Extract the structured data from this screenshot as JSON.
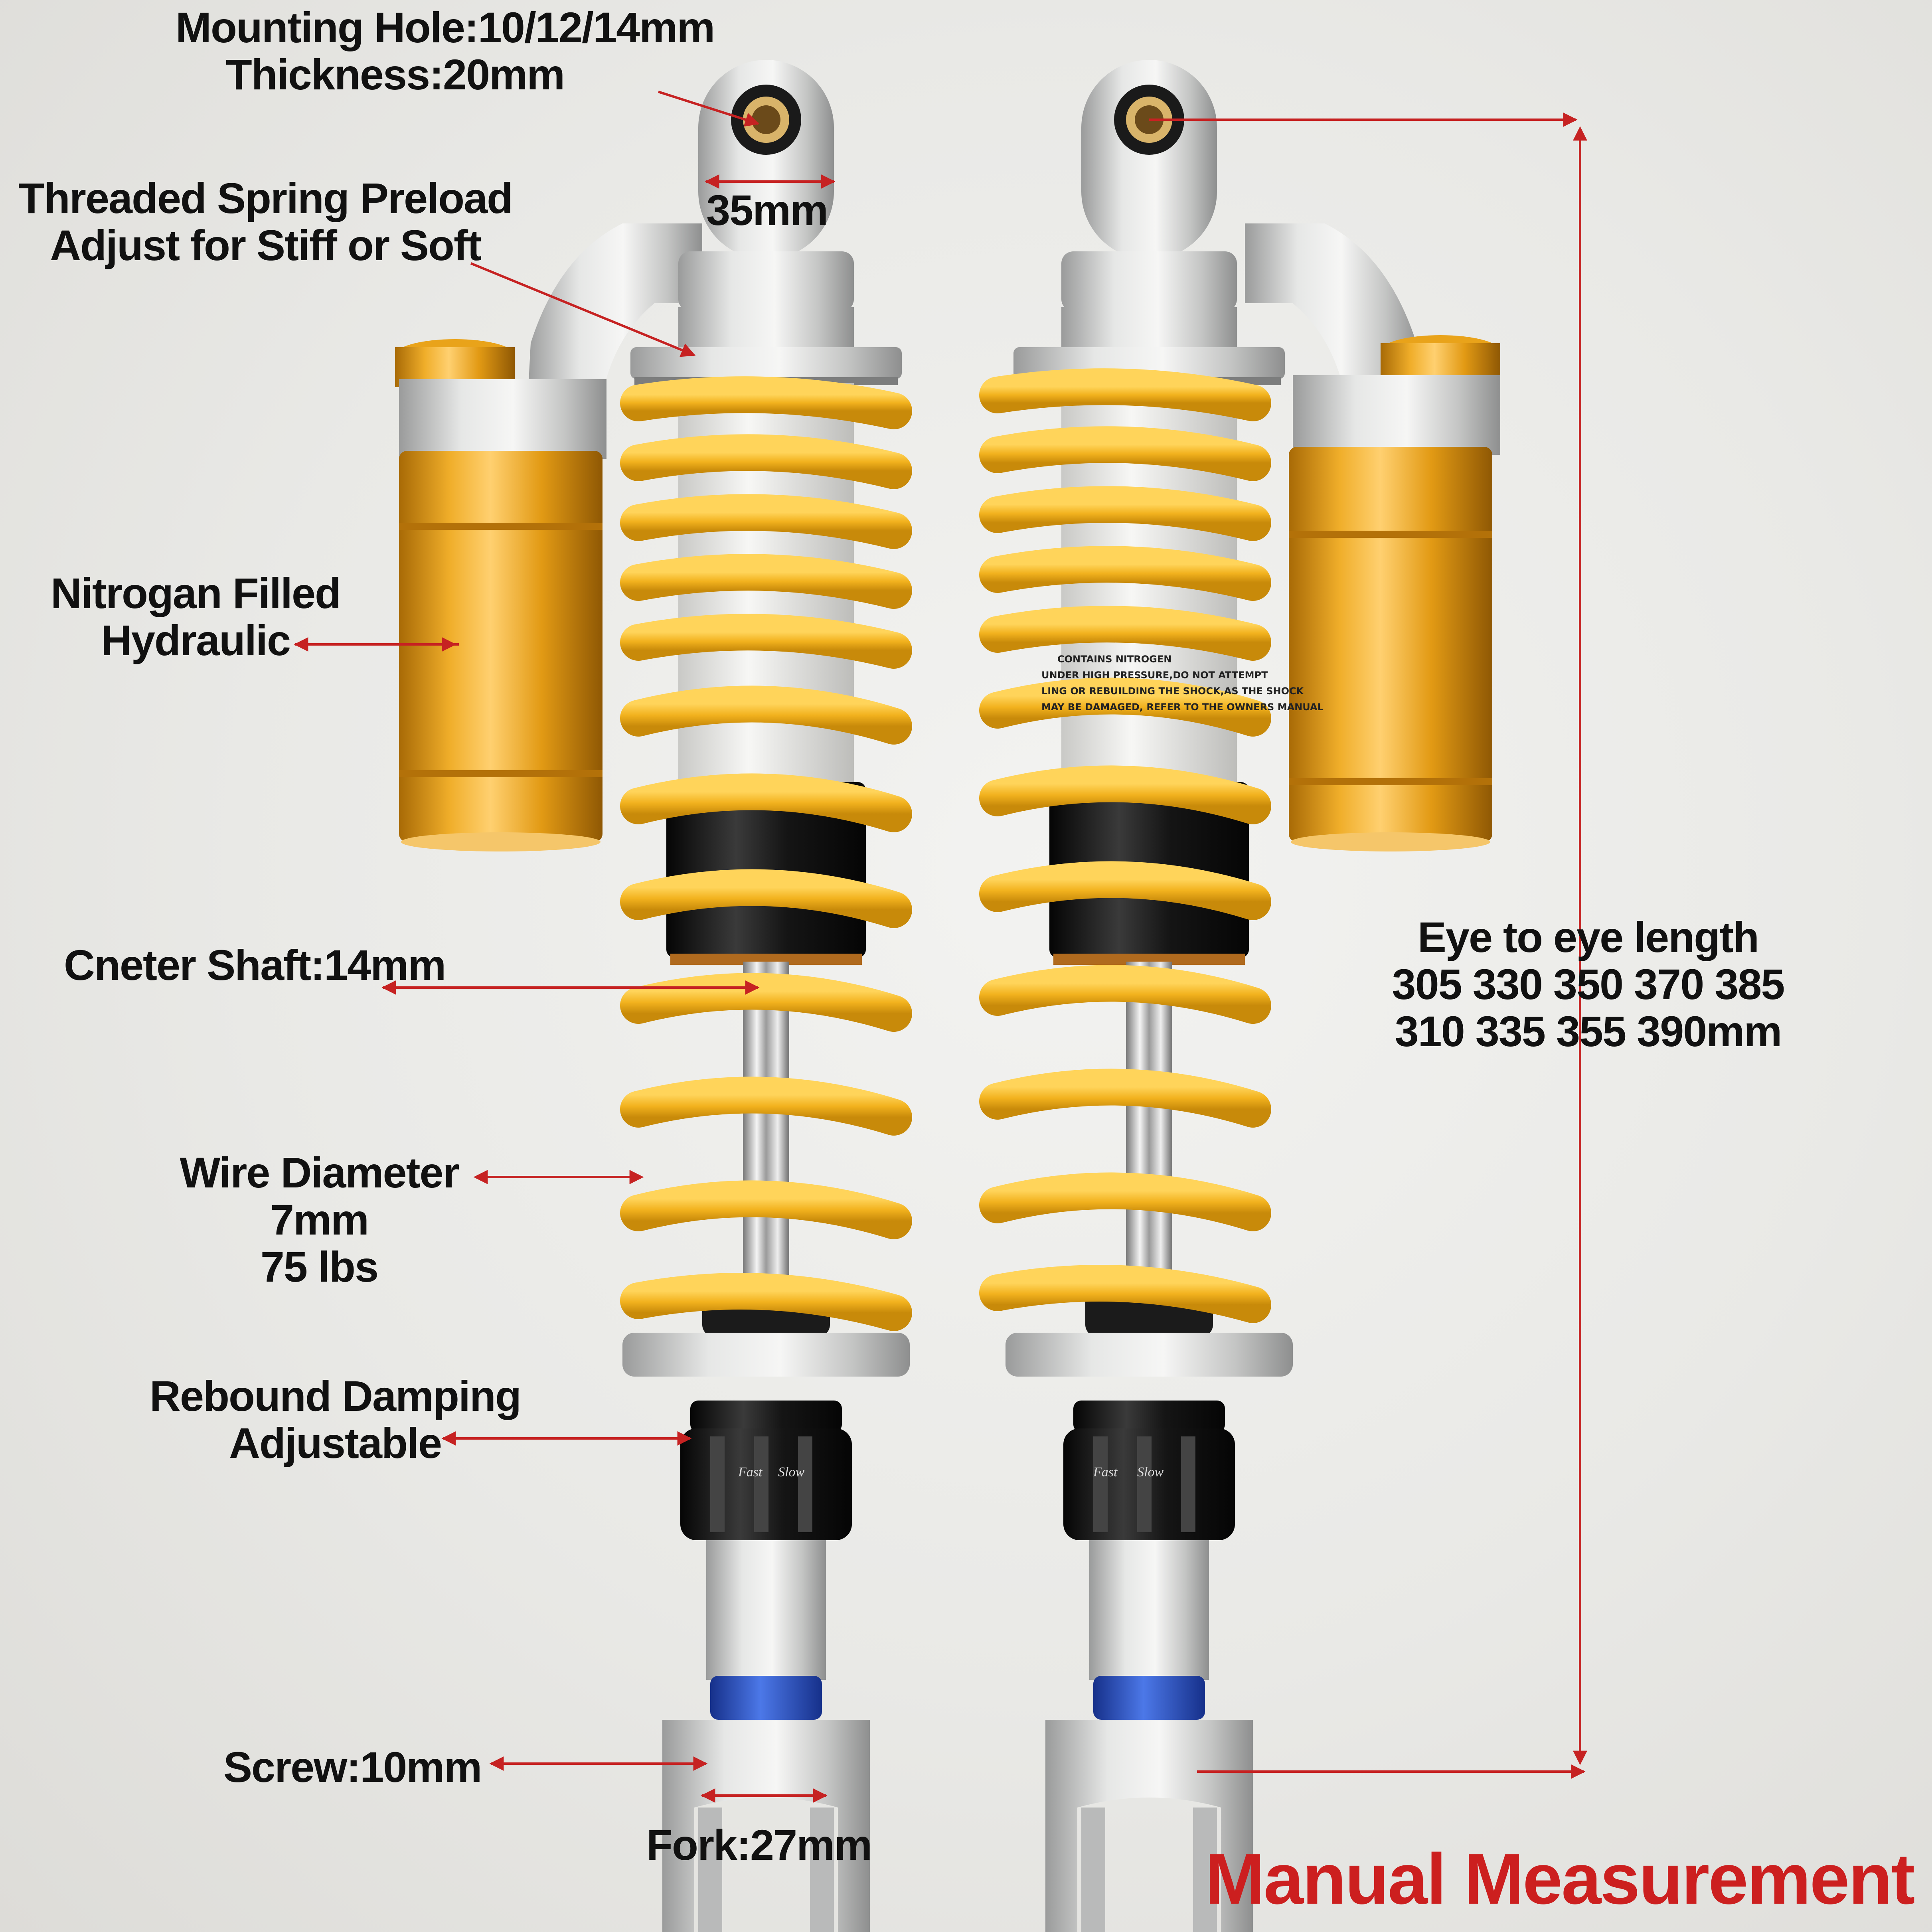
{
  "labels": {
    "mounting_hole": "Mounting Hole:10/12/14mm",
    "thickness": "Thickness:20mm",
    "eye_width": "35mm",
    "preload_1": "Threaded Spring Preload",
    "preload_2": "Adjust for Stiff or Soft",
    "nitrogen_1": "Nitrogan Filled",
    "nitrogen_2": "Hydraulic",
    "center_shaft": "Cneter Shaft:14mm",
    "wire_1": "Wire Diameter",
    "wire_2": "7mm",
    "wire_3": "75 lbs",
    "rebound_1": "Rebound Damping",
    "rebound_2": "Adjustable",
    "screw": "Screw:10mm",
    "fork": "Fork:27mm",
    "eye_to_eye_title": "Eye to eye length",
    "eye_to_eye_row1": "305 330 350 370 385",
    "eye_to_eye_row2": "310 335 355 390mm",
    "manual_measurement": "Manual Measurement",
    "adjuster_fast": "Fast",
    "adjuster_slow": "Slow",
    "warning_1": "CONTAINS NITROGEN",
    "warning_2": "UNDER HIGH PRESSURE,DO NOT ATTEMPT",
    "warning_3": "LING OR REBUILDING THE SHOCK,AS THE SHOCK",
    "warning_4": "MAY BE DAMAGED, REFER TO THE OWNERS MANUAL"
  },
  "colors": {
    "spring": "#f2b21e",
    "reservoir": "#e29a14",
    "silver": "#cfd0cf",
    "black": "#151515",
    "chrome": "#d8d8d8",
    "blue_nut": "#2a4fb8",
    "arrow": "#c62222",
    "accent_red": "#cc1f1f"
  }
}
